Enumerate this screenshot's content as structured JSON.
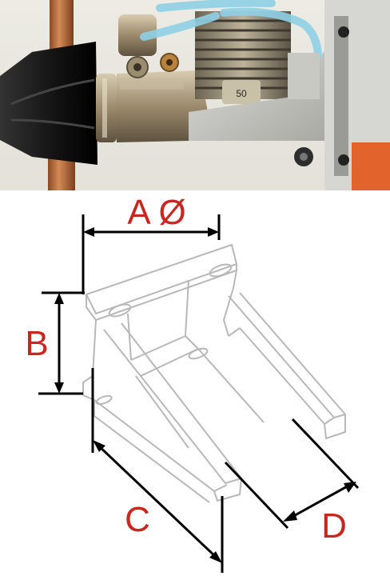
{
  "labels": {
    "a": "A Ø",
    "b": "B",
    "c": "C",
    "d": "D"
  },
  "colors": {
    "label_red": "#c8261f",
    "outline_gray": "#b8b8b8",
    "dimension_black": "#000000",
    "engine_metal": "#9c8a6c",
    "spinner_black": "#1a1a1a",
    "prop_wood": "#b86a3c",
    "tubing_blue": "#8fd0e6",
    "firewall_orange": "#e2632c"
  }
}
